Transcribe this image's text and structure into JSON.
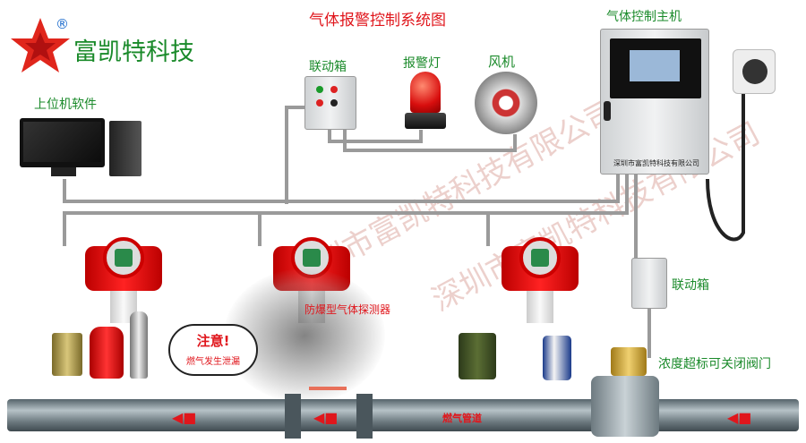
{
  "logo": {
    "brand": "富凯特科技",
    "registered": "®"
  },
  "title": "气体报警控制系统图",
  "labels": {
    "linkage_box_top": "联动箱",
    "alarm_lamp": "报警灯",
    "fan": "风机",
    "controller": "气体控制主机",
    "controller_company": "深圳市富凯特科技有限公司",
    "pc_software": "上位机软件",
    "detector": "防爆型气体探测器",
    "linkage_box_bottom": "联动箱",
    "valve_note": "浓度超标可关闭阀门",
    "pipe": "燃气管道",
    "warning_title": "注意!",
    "warning_text": "燃气发生泄漏"
  },
  "watermark": "深圳市富凯特科技有限公司",
  "colors": {
    "green": "#1a8a2a",
    "red": "#e0161c",
    "wire": "#9a9a9a",
    "pipe": "#6d7a80"
  }
}
